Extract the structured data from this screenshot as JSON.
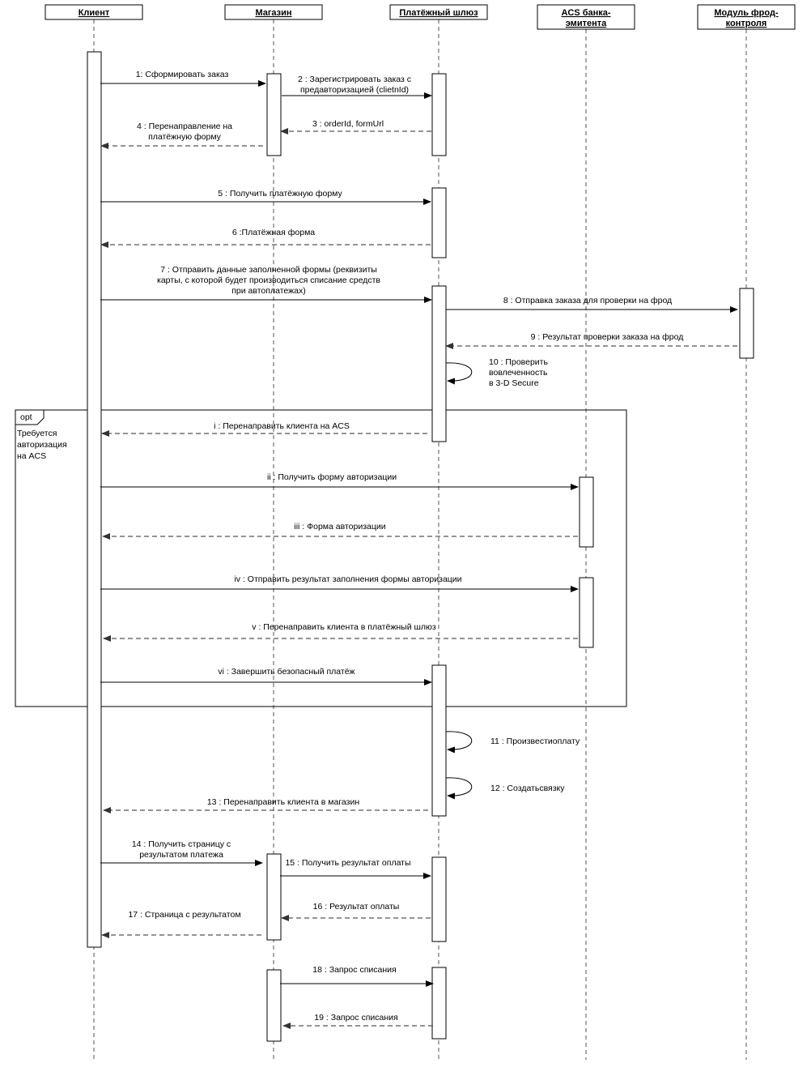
{
  "lifelines": [
    {
      "id": "client",
      "lines": [
        "Клиент"
      ]
    },
    {
      "id": "shop",
      "lines": [
        "Магазин"
      ]
    },
    {
      "id": "gateway",
      "lines": [
        "Платёжный шлюз"
      ]
    },
    {
      "id": "acs",
      "lines": [
        "ACS банка-",
        "эмитента"
      ]
    },
    {
      "id": "fraud",
      "lines": [
        "Модуль фрод-",
        "контроля"
      ]
    }
  ],
  "fragment": {
    "operator": "opt",
    "guard": [
      "Требуется",
      "авторизация",
      "на ACS"
    ]
  },
  "messages": [
    {
      "from": "client",
      "to": "shop",
      "kind": "sync",
      "text": [
        "1: Сформировать заказ"
      ]
    },
    {
      "from": "shop",
      "to": "gateway",
      "kind": "sync",
      "text": [
        "2 : Зарегистрировать заказ с",
        "предавторизацией (clietnId)"
      ]
    },
    {
      "from": "gateway",
      "to": "shop",
      "kind": "return",
      "text": [
        "3 : orderId, formUrl"
      ]
    },
    {
      "from": "shop",
      "to": "client",
      "kind": "return",
      "text": [
        "4 : Перенаправление на",
        "платёжную форму"
      ]
    },
    {
      "from": "client",
      "to": "gateway",
      "kind": "sync",
      "text": [
        "5 : Получить платёжную форму"
      ]
    },
    {
      "from": "gateway",
      "to": "client",
      "kind": "return",
      "text": [
        "6 :Платёжная форма"
      ]
    },
    {
      "from": "client",
      "to": "gateway",
      "kind": "sync",
      "text": [
        "7 : Отправить данные заполненной формы (реквизиты",
        "карты, с которой будет производиться списание средств",
        "при автоплатежах)"
      ]
    },
    {
      "from": "gateway",
      "to": "fraud",
      "kind": "sync",
      "text": [
        "8 : Отправка заказа для проверки на фрод"
      ]
    },
    {
      "from": "fraud",
      "to": "gateway",
      "kind": "return",
      "text": [
        "9 : Результат проверки заказа на фрод"
      ]
    },
    {
      "from": "gateway",
      "to": "gateway",
      "kind": "self",
      "text": [
        "10 : Проверить",
        "вовлеченность",
        "в 3-D Secure"
      ]
    },
    {
      "from": "gateway",
      "to": "client",
      "kind": "return",
      "text": [
        "i : Перенаправить клиента на ACS"
      ]
    },
    {
      "from": "client",
      "to": "acs",
      "kind": "sync",
      "text": [
        "ii : Получить форму  авторизации"
      ]
    },
    {
      "from": "acs",
      "to": "client",
      "kind": "return",
      "text": [
        "iii : Форма авторизации"
      ]
    },
    {
      "from": "client",
      "to": "acs",
      "kind": "sync",
      "text": [
        "iv : Отправить результат заполнения формы авторизации"
      ]
    },
    {
      "from": "acs",
      "to": "client",
      "kind": "return",
      "text": [
        "v : Перенаправить клиента в  платёжный шлюз"
      ]
    },
    {
      "from": "client",
      "to": "gateway",
      "kind": "sync",
      "text": [
        "vi : Завершить безопасный платёж"
      ]
    },
    {
      "from": "gateway",
      "to": "gateway",
      "kind": "self",
      "text": [
        "11 : Произвестиоплату"
      ]
    },
    {
      "from": "gateway",
      "to": "gateway",
      "kind": "self",
      "text": [
        "12 : Создатьсвязку"
      ]
    },
    {
      "from": "gateway",
      "to": "client",
      "kind": "return",
      "text": [
        "13 : Перенаправить клиента в магазин"
      ]
    },
    {
      "from": "client",
      "to": "shop",
      "kind": "sync",
      "text": [
        "14 : Получить страницу  с",
        "результатом платежа"
      ]
    },
    {
      "from": "shop",
      "to": "gateway",
      "kind": "sync",
      "text": [
        "15 : Получить результат оплаты"
      ]
    },
    {
      "from": "gateway",
      "to": "shop",
      "kind": "return",
      "text": [
        "16 : Результат оплаты"
      ]
    },
    {
      "from": "shop",
      "to": "client",
      "kind": "return",
      "text": [
        "17 : Страница с результатом"
      ]
    },
    {
      "from": "shop",
      "to": "gateway",
      "kind": "sync",
      "text": [
        "18 : Запрос списания"
      ]
    },
    {
      "from": "gateway",
      "to": "shop",
      "kind": "return",
      "text": [
        "19 : Запрос списания"
      ]
    }
  ]
}
